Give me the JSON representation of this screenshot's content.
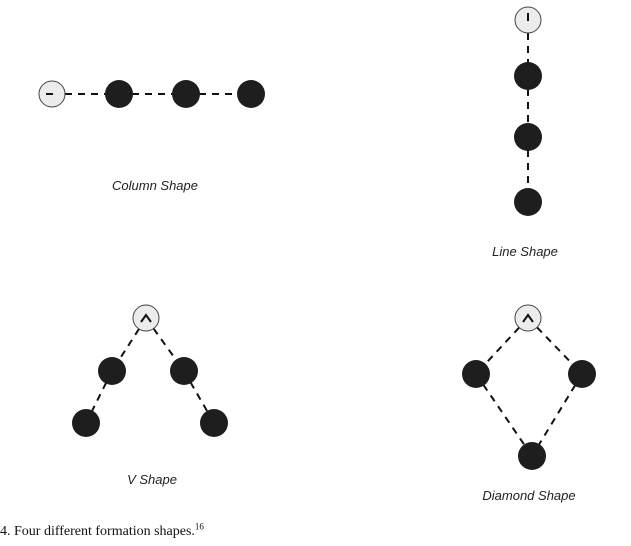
{
  "colors": {
    "leader_fill": "#ececec",
    "follower_fill": "#1e1e1e",
    "stroke": "#111111"
  },
  "formations": [
    {
      "label": "Column Shape",
      "leader_marker": "dash-icon",
      "nodes": [
        "leader",
        "follower",
        "follower",
        "follower"
      ],
      "links": [
        [
          0,
          1
        ],
        [
          1,
          2
        ],
        [
          2,
          3
        ]
      ]
    },
    {
      "label": "Line Shape",
      "leader_marker": "bar-icon",
      "nodes": [
        "leader",
        "follower",
        "follower",
        "follower"
      ],
      "links": [
        [
          0,
          1
        ],
        [
          1,
          2
        ],
        [
          2,
          3
        ]
      ]
    },
    {
      "label": "V Shape",
      "leader_marker": "caret-up-icon",
      "nodes": [
        "leader",
        "follower",
        "follower",
        "follower",
        "follower"
      ],
      "links": [
        [
          0,
          1
        ],
        [
          0,
          2
        ],
        [
          1,
          3
        ],
        [
          2,
          4
        ]
      ]
    },
    {
      "label": "Diamond Shape",
      "leader_marker": "caret-up-icon",
      "nodes": [
        "leader",
        "follower",
        "follower",
        "follower"
      ],
      "links": [
        [
          0,
          1
        ],
        [
          0,
          2
        ],
        [
          1,
          3
        ],
        [
          2,
          3
        ]
      ]
    }
  ],
  "caption": {
    "text": "4. Four different formation shapes.",
    "ref": "16"
  }
}
